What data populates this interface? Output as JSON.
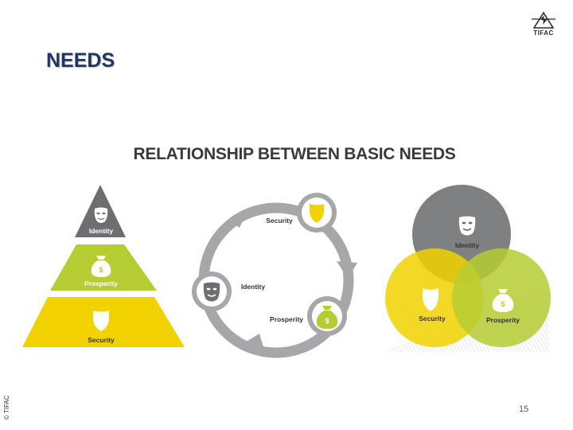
{
  "logo": {
    "text": "TIFAC"
  },
  "slide_title": "NEEDS",
  "diagram_heading": "RELATIONSHIP BETWEEN BASIC NEEDS",
  "pyramid": {
    "identity_label": "Identity",
    "prosperity_label": "Prosperity",
    "security_label": "Security"
  },
  "cycle": {
    "security_label": "Security",
    "identity_label": "Identity",
    "prosperity_label": "Prosperity"
  },
  "venn": {
    "identity_label": "Identity",
    "security_label": "Security",
    "prosperity_label": "Prosperity"
  },
  "colors": {
    "identity": "#6d6e70",
    "prosperity": "#b5cc33",
    "security": "#f2d100",
    "title": "#1f3566",
    "arrow": "#a6a7a9"
  },
  "copyright": "© TIFAC",
  "page_number": "15"
}
